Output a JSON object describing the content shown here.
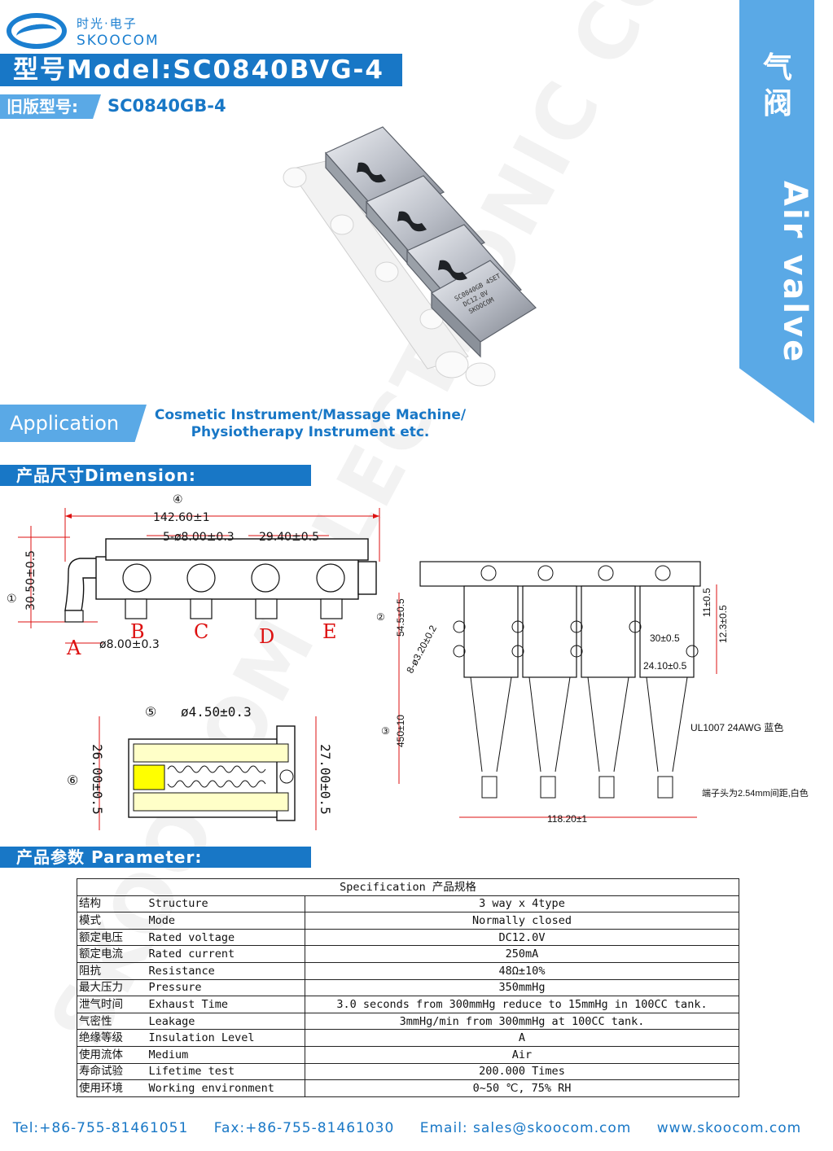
{
  "brand": {
    "cn": "时光·电子",
    "en": "SKOOCOM"
  },
  "model": {
    "label": "型号Model:SC0840BVG-4",
    "old_label": "旧版型号:",
    "old_value": "SC0840GB-4"
  },
  "ribbon": {
    "cn": "气阀",
    "en": "Air valve"
  },
  "product_image": {
    "label_text": [
      "SC0840GB 4SET",
      "DC12.0V",
      "SKOOCOM"
    ]
  },
  "watermark": "SKOOCOM ELECTRONIC CO., LTD.",
  "application": {
    "label": "Application",
    "line1": "Cosmetic Instrument/Massage Machine/",
    "line2": "Physiotherapy Instrument etc."
  },
  "dimension": {
    "heading": "产品尺寸Dimension:",
    "front": {
      "n4": "④",
      "total": "142.60±1",
      "holes": "5-ø8.00±0.3",
      "pitch": "29.40±0.5",
      "n1": "①",
      "height": "30.50±0.5",
      "port_dia": "ø8.00±0.3",
      "ports": [
        "A",
        "B",
        "C",
        "D",
        "E"
      ]
    },
    "side": {
      "n5": "⑤",
      "plunger": "ø4.50±0.3",
      "n6": "⑥",
      "h1": "26.00±0.5",
      "h2": "27.00±0.5"
    },
    "top": {
      "n2": "②",
      "h54": "54.5±0.5",
      "mount": "8-ø3.20±0.2",
      "n3": "③",
      "lead": "450±10",
      "d11": "11±0.5",
      "d123": "12.3±0.5",
      "d30": "30±0.5",
      "d241": "24.10±0.5",
      "wire": "UL1007 24AWG 蓝色",
      "terminal": "端子头为2.54mm间距,白色",
      "width": "118.20±1"
    }
  },
  "parameter": {
    "heading": "产品参数 Parameter:",
    "table_title": "Specification 产品规格",
    "rows": [
      {
        "cn": "结构",
        "en": "Structure",
        "value": "3 way x 4type"
      },
      {
        "cn": "模式",
        "en": "Mode",
        "value": "Normally closed"
      },
      {
        "cn": "额定电压",
        "en": "Rated voltage",
        "value": "DC12.0V"
      },
      {
        "cn": "额定电流",
        "en": "Rated current",
        "value": "250mA"
      },
      {
        "cn": "阻抗",
        "en": "Resistance",
        "value": "48Ω±10%"
      },
      {
        "cn": "最大压力",
        "en": "Pressure",
        "value": "350mmHg"
      },
      {
        "cn": "泄气时间",
        "en": "Exhaust Time",
        "value": "3.0 seconds from 300mmHg reduce to 15mmHg in 100CC tank."
      },
      {
        "cn": "气密性",
        "en": "Leakage",
        "value": "3mmHg/min from 300mmHg at 100CC tank."
      },
      {
        "cn": "绝缘等级",
        "en": "Insulation Level",
        "value": "A"
      },
      {
        "cn": "使用流体",
        "en": "Medium",
        "value": "Air"
      },
      {
        "cn": "寿命试验",
        "en": "Lifetime test",
        "value": "200.000 Times"
      },
      {
        "cn": "使用环境",
        "en": "Working environment",
        "value": "0~50 ℃, 75% RH"
      }
    ]
  },
  "footer": {
    "tel": "Tel:+86-755-81461051",
    "fax": "Fax:+86-755-81461030",
    "email": "Email: sales@skoocom.com",
    "web": "www.skoocom.com"
  }
}
